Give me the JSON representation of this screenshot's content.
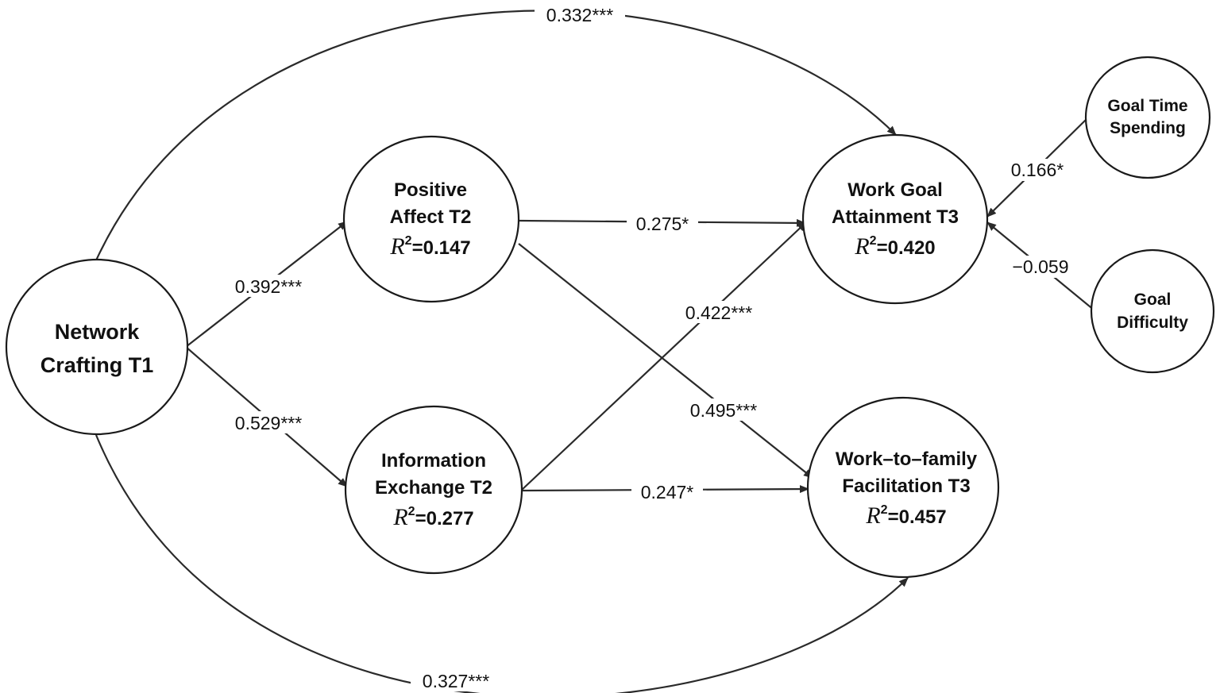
{
  "nodes": {
    "network_crafting": {
      "lines": [
        "Network",
        "Crafting T1"
      ]
    },
    "positive_affect": {
      "lines": [
        "Positive",
        "Affect T2"
      ],
      "r2": "=0.147"
    },
    "information_exchange": {
      "lines": [
        "Information",
        "Exchange T2"
      ],
      "r2": "=0.277"
    },
    "work_goal": {
      "lines": [
        "Work Goal",
        "Attainment T3"
      ],
      "r2": "=0.420"
    },
    "wff": {
      "lines": [
        "Work–to–family",
        "Facilitation T3"
      ],
      "r2": "=0.457"
    },
    "goal_time": {
      "lines": [
        "Goal Time",
        "Spending"
      ]
    },
    "goal_difficulty": {
      "lines": [
        "Goal",
        "Difficulty"
      ]
    }
  },
  "r2_symbol": "R",
  "r2_exponent": "2",
  "edges": {
    "nc_to_wga": "0.332***",
    "nc_to_pa": "0.392***",
    "nc_to_ie": "0.529***",
    "nc_to_wff": "0.327***",
    "pa_to_wga": "0.275*",
    "pa_to_wff": "0.495***",
    "ie_to_wga": "0.422***",
    "ie_to_wff": "0.247*",
    "gts_to_wga": "0.166*",
    "gd_to_wga": "−0.059"
  }
}
